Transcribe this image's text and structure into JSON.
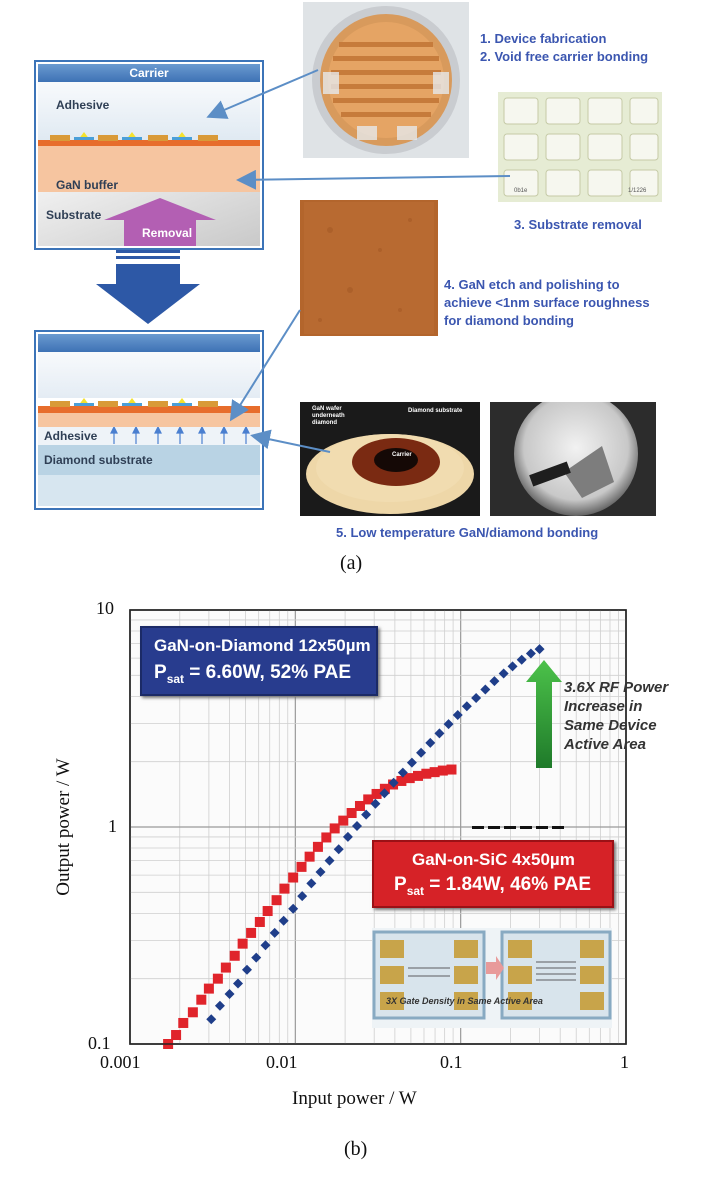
{
  "panel_a": {
    "label": "(a)",
    "top_diagram": {
      "carrier": "Carrier",
      "adhesive": "Adhesive",
      "gan_buffer": "GaN buffer",
      "substrate": "Substrate",
      "removal": "Removal"
    },
    "bottom_diagram": {
      "adhesive": "Adhesive",
      "diamond_substrate": "Diamond substrate"
    },
    "steps": {
      "step1": "1. Device fabrication",
      "step2": "2. Void free carrier bonding",
      "step3": "3. Substrate removal",
      "step4_line1": "4. GaN etch and polishing to",
      "step4_line2": "achieve <1nm surface roughness",
      "step4_line3": "for diamond bonding",
      "step5": "5. Low temperature GaN/diamond bonding"
    },
    "photo_labels": {
      "gan_wafer_1": "GaN wafer",
      "gan_wafer_2": "underneath",
      "gan_wafer_3": "diamond",
      "diamond_substrate": "Diamond substrate",
      "carrier": "Carrier",
      "chip_code_1": "0b1e",
      "chip_code_2": "1/1226"
    }
  },
  "panel_b": {
    "label": "(b)",
    "callout_diamond_line1": "GaN-on-Diamond 12x50µm",
    "callout_diamond_psat": "P",
    "callout_diamond_sub": "sat",
    "callout_diamond_rest": " = 6.60W, 52% PAE",
    "callout_sic_line1": "GaN-on-SiC 4x50µm",
    "callout_sic_psat": "P",
    "callout_sic_sub": "sat",
    "callout_sic_rest": " = 1.84W, 46% PAE",
    "increase_line1": "3.6X RF Power",
    "increase_line2": "Increase in",
    "increase_line3": "Same Device",
    "increase_line4": "Active Area",
    "inset_caption": "3X Gate Density in Same Active Area",
    "colors": {
      "diamond_series": "#1f3e8a",
      "sic_series": "#e0242b",
      "diamond_box": "#283c8e",
      "sic_box": "#d62227",
      "arrow_green": "#3aa640"
    }
  },
  "chart_data": {
    "type": "scatter",
    "xlabel": "Input power / W",
    "ylabel": "Output power / W",
    "xscale": "log",
    "yscale": "log",
    "xlim": [
      0.001,
      1
    ],
    "ylim": [
      0.1,
      10
    ],
    "xticks": [
      "0.001",
      "0.01",
      "0.1",
      "1"
    ],
    "yticks": [
      "0.1",
      "1",
      "10"
    ],
    "grid": true,
    "series": [
      {
        "name": "GaN-on-Diamond 12x50µm",
        "marker": "diamond",
        "x": [
          0.0031,
          0.0035,
          0.004,
          0.0045,
          0.0051,
          0.0058,
          0.0066,
          0.0075,
          0.0085,
          0.0097,
          0.011,
          0.0125,
          0.0142,
          0.0161,
          0.0183,
          0.0208,
          0.0236,
          0.0268,
          0.0305,
          0.0346,
          0.0393,
          0.0447,
          0.0507,
          0.0576,
          0.0655,
          0.0744,
          0.0845,
          0.096,
          0.109,
          0.124,
          0.141,
          0.16,
          0.182,
          0.206,
          0.234,
          0.266,
          0.3
        ],
        "y": [
          0.13,
          0.15,
          0.17,
          0.19,
          0.22,
          0.25,
          0.285,
          0.325,
          0.37,
          0.42,
          0.48,
          0.55,
          0.62,
          0.7,
          0.79,
          0.9,
          1.01,
          1.14,
          1.28,
          1.43,
          1.6,
          1.78,
          1.98,
          2.2,
          2.44,
          2.7,
          2.98,
          3.28,
          3.6,
          3.93,
          4.3,
          4.7,
          5.1,
          5.5,
          5.9,
          6.3,
          6.6
        ]
      },
      {
        "name": "GaN-on-SiC 4x50µm",
        "marker": "square",
        "x": [
          0.0017,
          0.0019,
          0.0021,
          0.0024,
          0.0027,
          0.003,
          0.0034,
          0.0038,
          0.0043,
          0.0048,
          0.0054,
          0.0061,
          0.0068,
          0.0077,
          0.0086,
          0.0097,
          0.0109,
          0.0122,
          0.0137,
          0.0154,
          0.0173,
          0.0195,
          0.0219,
          0.0246,
          0.0276,
          0.031,
          0.0348,
          0.039,
          0.0438,
          0.0492,
          0.0552,
          0.062,
          0.0696,
          0.078,
          0.088
        ],
        "y": [
          0.1,
          0.11,
          0.125,
          0.14,
          0.16,
          0.18,
          0.2,
          0.225,
          0.255,
          0.29,
          0.325,
          0.365,
          0.41,
          0.46,
          0.52,
          0.585,
          0.655,
          0.73,
          0.81,
          0.895,
          0.985,
          1.07,
          1.16,
          1.25,
          1.34,
          1.42,
          1.5,
          1.57,
          1.63,
          1.68,
          1.72,
          1.76,
          1.79,
          1.82,
          1.84
        ]
      }
    ]
  }
}
